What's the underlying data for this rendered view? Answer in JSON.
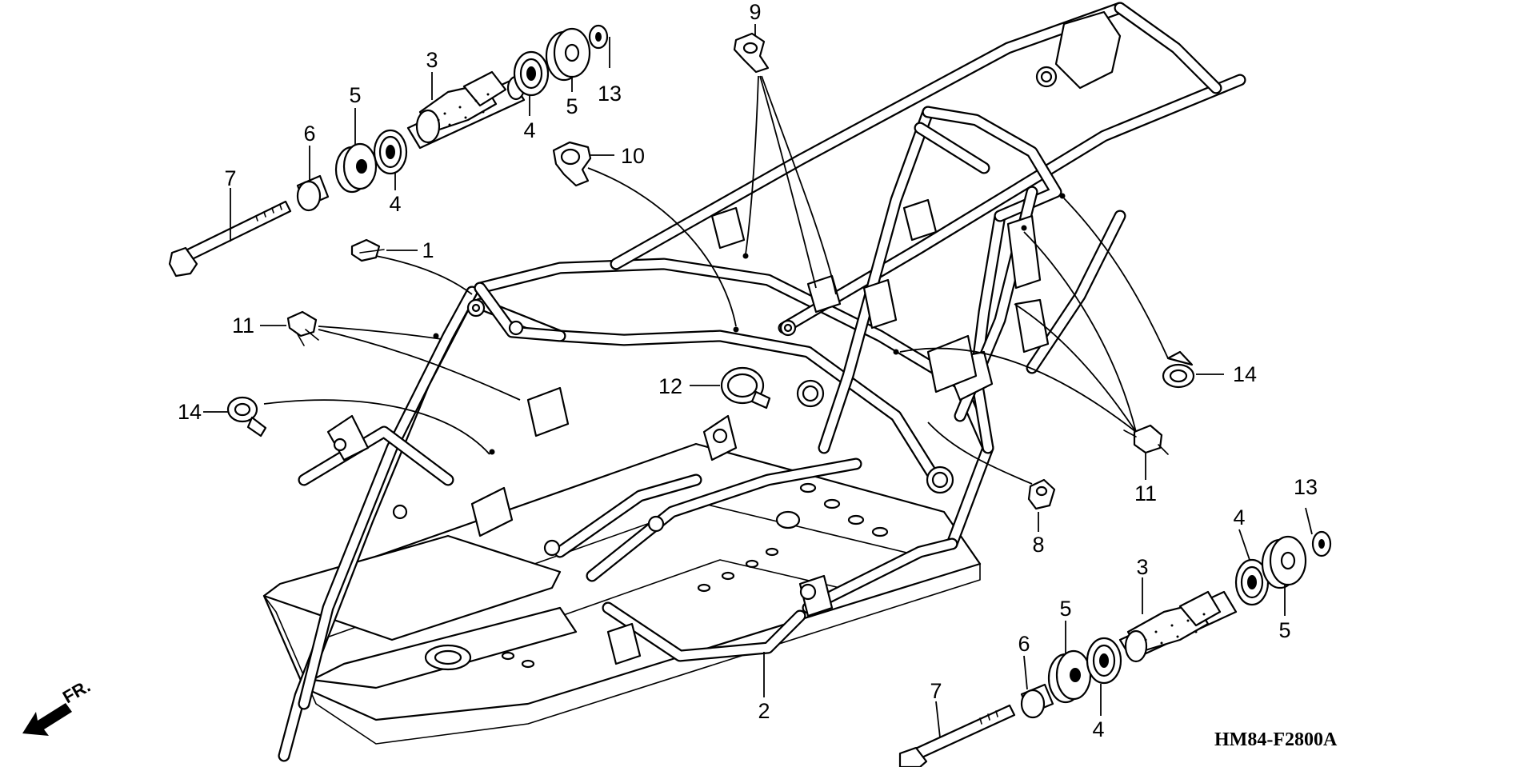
{
  "diagram": {
    "code": "HM84-F2800A",
    "front_marker": "FR.",
    "callouts": [
      {
        "id": "c-1",
        "text": "1"
      },
      {
        "id": "c-2",
        "text": "2"
      },
      {
        "id": "c-3a",
        "text": "3"
      },
      {
        "id": "c-3b",
        "text": "3"
      },
      {
        "id": "c-4a",
        "text": "4"
      },
      {
        "id": "c-4b",
        "text": "4"
      },
      {
        "id": "c-4c",
        "text": "4"
      },
      {
        "id": "c-4d",
        "text": "4"
      },
      {
        "id": "c-5a",
        "text": "5"
      },
      {
        "id": "c-5b",
        "text": "5"
      },
      {
        "id": "c-5c",
        "text": "5"
      },
      {
        "id": "c-5d",
        "text": "5"
      },
      {
        "id": "c-6a",
        "text": "6"
      },
      {
        "id": "c-6b",
        "text": "6"
      },
      {
        "id": "c-7a",
        "text": "7"
      },
      {
        "id": "c-7b",
        "text": "7"
      },
      {
        "id": "c-8",
        "text": "8"
      },
      {
        "id": "c-9",
        "text": "9"
      },
      {
        "id": "c-10",
        "text": "10"
      },
      {
        "id": "c-11a",
        "text": "11"
      },
      {
        "id": "c-11b",
        "text": "11"
      },
      {
        "id": "c-12",
        "text": "12"
      },
      {
        "id": "c-13a",
        "text": "13"
      },
      {
        "id": "c-13b",
        "text": "13"
      },
      {
        "id": "c-14a",
        "text": "14"
      },
      {
        "id": "c-14b",
        "text": "14"
      }
    ]
  }
}
